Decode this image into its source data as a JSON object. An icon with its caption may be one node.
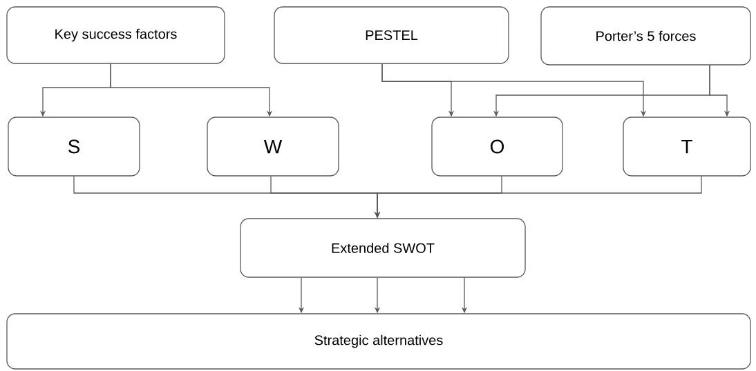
{
  "diagram": {
    "nodes": [
      {
        "text": [
          "Key success factors"
        ]
      },
      {
        "text": [
          "PESTEL"
        ]
      },
      {
        "text": [
          "Porter’s 5 forces"
        ]
      },
      {
        "text": [
          "S"
        ]
      },
      {
        "text": [
          "W"
        ]
      },
      {
        "text": [
          "O"
        ]
      },
      {
        "text": [
          "T"
        ]
      },
      {
        "text": [
          "Extended SWOT"
        ]
      },
      {
        "text": [
          "Strategic alternatives"
        ]
      }
    ],
    "edges": [
      {
        "from": 0,
        "to": 3,
        "arrow": "to"
      },
      {
        "from": 0,
        "to": 4,
        "arrow": "to"
      },
      {
        "from": 1,
        "to": 5,
        "arrow": "to"
      },
      {
        "from": 1,
        "to": 6,
        "arrow": "to"
      },
      {
        "from": 2,
        "to": 5,
        "arrow": "to"
      },
      {
        "from": 2,
        "to": 6,
        "arrow": "to"
      },
      {
        "from": 3,
        "to": 7,
        "arrow": "to"
      },
      {
        "from": 4,
        "to": 7,
        "arrow": "to"
      },
      {
        "from": 5,
        "to": 7,
        "arrow": "to"
      },
      {
        "from": 6,
        "to": 7,
        "arrow": "to"
      },
      {
        "from": 7,
        "to": 8,
        "arrow": "to"
      },
      {
        "from": 7,
        "to": 8,
        "arrow": "to"
      },
      {
        "from": 7,
        "to": 8,
        "arrow": "to"
      }
    ]
  }
}
